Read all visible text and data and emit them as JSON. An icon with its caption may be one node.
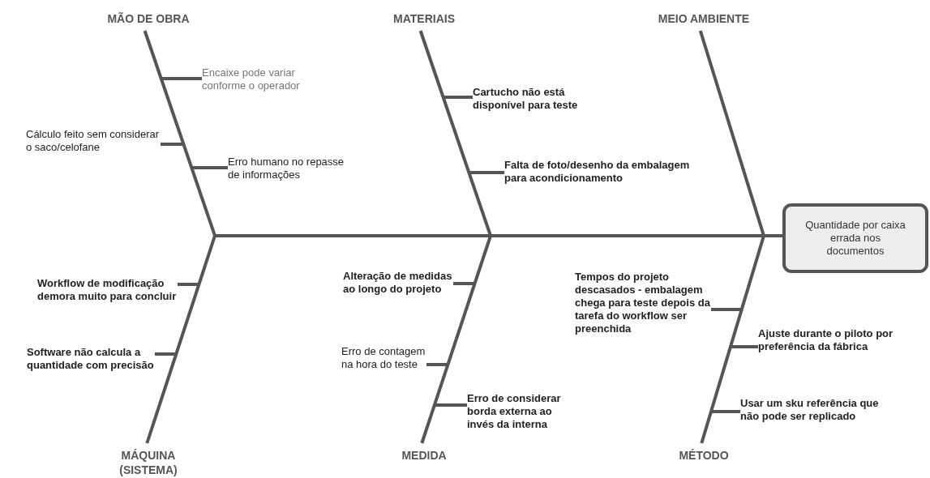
{
  "diagram": {
    "nodes": [
      {
        "text": [
          "MÃO DE OBRA"
        ]
      },
      {
        "text": [
          "Encaixe pode variar conforme o operador"
        ]
      },
      {
        "text": [
          "Cálculo feito sem considerar o saco/celofane"
        ]
      },
      {
        "text": [
          "Erro humano no repasse de informações"
        ]
      },
      {
        "text": [
          "MATERIAIS"
        ]
      },
      {
        "text": [
          "Cartucho não está disponível para teste"
        ]
      },
      {
        "text": [
          "Falta de foto/desenho da embalagem para acondicionamento"
        ]
      },
      {
        "text": [
          "MEIO AMBIENTE"
        ]
      },
      {
        "text": [
          "Quantidade por caixa errada nos documentos"
        ]
      },
      {
        "text": [
          "Workflow de modificação demora muito para concluir"
        ]
      },
      {
        "text": [
          "Software não calcula a quantidade com precisão"
        ]
      },
      {
        "text": [
          "Alteração de medidas ao longo do projeto"
        ]
      },
      {
        "text": [
          "Erro de contagem na hora do teste"
        ]
      },
      {
        "text": [
          "Erro de considerar borda externa ao invés da interna"
        ]
      },
      {
        "text": [
          "Tempos do projeto descasados - embalagem chega para teste depois da tarefa do workflow ser preenchida"
        ]
      },
      {
        "text": [
          "Ajuste durante o piloto por preferência da fábrica"
        ]
      },
      {
        "text": [
          "Usar um sku referência que não pode ser replicado"
        ]
      },
      {
        "text": [
          "MÁQUINA (SISTEMA)"
        ]
      },
      {
        "text": [
          "MEDIDA"
        ]
      },
      {
        "text": [
          "MÉTODO"
        ]
      }
    ],
    "edges": [
      {
        "from": 0,
        "to": 8,
        "arrow": "none"
      },
      {
        "from": 4,
        "to": 8,
        "arrow": "none"
      },
      {
        "from": 7,
        "to": 8,
        "arrow": "none"
      },
      {
        "from": 17,
        "to": 8,
        "arrow": "none"
      },
      {
        "from": 18,
        "to": 8,
        "arrow": "none"
      },
      {
        "from": 19,
        "to": 8,
        "arrow": "none"
      },
      {
        "from": 1,
        "to": null,
        "arrow": "none"
      },
      {
        "from": 2,
        "to": null,
        "arrow": "none"
      },
      {
        "from": 3,
        "to": null,
        "arrow": "none"
      },
      {
        "from": 5,
        "to": null,
        "arrow": "none"
      },
      {
        "from": 6,
        "to": null,
        "arrow": "none"
      },
      {
        "from": 9,
        "to": null,
        "arrow": "none"
      },
      {
        "from": 10,
        "to": null,
        "arrow": "none"
      },
      {
        "from": 11,
        "to": null,
        "arrow": "none"
      },
      {
        "from": 12,
        "to": null,
        "arrow": "none"
      },
      {
        "from": 13,
        "to": null,
        "arrow": "none"
      },
      {
        "from": 14,
        "to": null,
        "arrow": "none"
      },
      {
        "from": 15,
        "to": null,
        "arrow": "none"
      },
      {
        "from": 16,
        "to": null,
        "arrow": "none"
      }
    ]
  }
}
